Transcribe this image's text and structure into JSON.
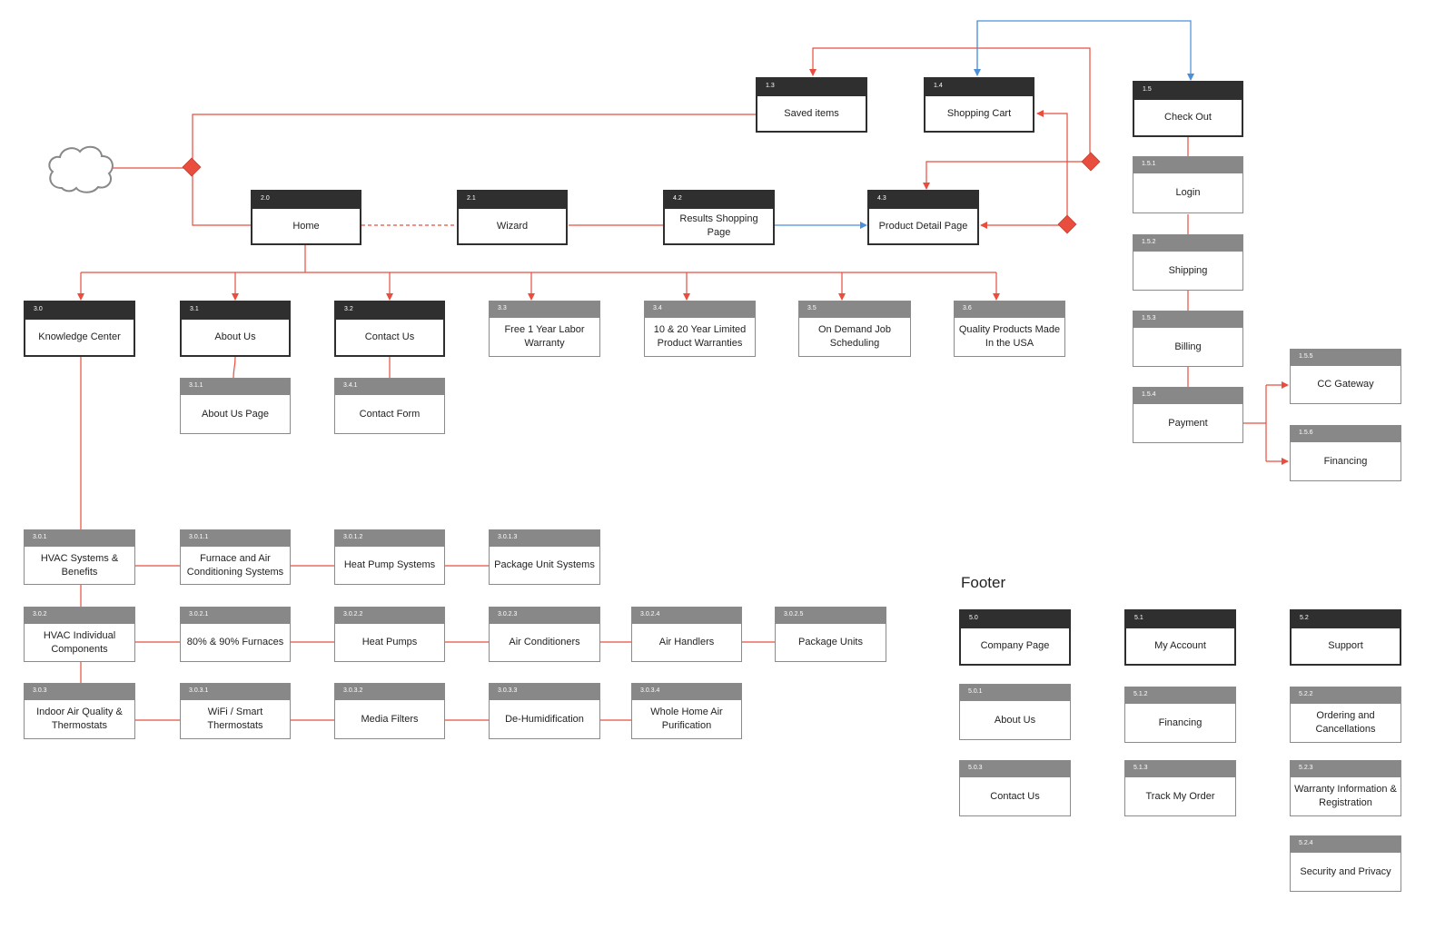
{
  "colors": {
    "line": "#e84d3d",
    "accent_line": "#4a90d9",
    "dark_header": "#2f2f2f",
    "grey_header": "#888888"
  },
  "icons": {
    "entry": "cloud-icon",
    "junction": "diamond-icon"
  },
  "footer_title": "Footer",
  "nodes": {
    "saved": {
      "num": "1.3",
      "label": "Saved items"
    },
    "cart": {
      "num": "1.4",
      "label": "Shopping Cart"
    },
    "checkout": {
      "num": "1.5",
      "label": "Check Out"
    },
    "home": {
      "num": "2.0",
      "label": "Home"
    },
    "wizard": {
      "num": "2.1",
      "label": "Wizard"
    },
    "results": {
      "num": "4.2",
      "label": "Results  Shopping Page"
    },
    "pdp": {
      "num": "4.3",
      "label": "Product Detail Page"
    },
    "login": {
      "num": "1.5.1",
      "label": "Login"
    },
    "shipping": {
      "num": "1.5.2",
      "label": "Shipping"
    },
    "billing": {
      "num": "1.5.3",
      "label": "Billing"
    },
    "payment": {
      "num": "1.5.4",
      "label": "Payment"
    },
    "ccgateway": {
      "num": "1.5.5",
      "label": "CC Gateway"
    },
    "financing": {
      "num": "1.5.6",
      "label": "Financing"
    },
    "kc": {
      "num": "3.0",
      "label": "Knowledge Center"
    },
    "aboutus": {
      "num": "3.1",
      "label": "About Us"
    },
    "contactus": {
      "num": "3.2",
      "label": "Contact Us"
    },
    "labor": {
      "num": "3.3",
      "label": "Free 1 Year Labor Warranty"
    },
    "warranties": {
      "num": "3.4",
      "label": "10 & 20 Year Limited Product Warranties"
    },
    "scheduling": {
      "num": "3.5",
      "label": "On Demand Job Scheduling"
    },
    "usa": {
      "num": "3.6",
      "label": "Quality Products Made In the USA"
    },
    "aboutpage": {
      "num": "3.1.1",
      "label": "About Us Page"
    },
    "contactform": {
      "num": "3.4.1",
      "label": "Contact Form"
    },
    "n301": {
      "num": "3.0.1",
      "label": "HVAC Systems & Benefits"
    },
    "n3011": {
      "num": "3.0.1.1",
      "label": "Furnace and Air Conditioning Systems"
    },
    "n3012": {
      "num": "3.0.1.2",
      "label": "Heat Pump Systems"
    },
    "n3013": {
      "num": "3.0.1.3",
      "label": "Package Unit Systems"
    },
    "n302": {
      "num": "3.0.2",
      "label": "HVAC Individual Components"
    },
    "n3021": {
      "num": "3.0.2.1",
      "label": "80% & 90% Furnaces"
    },
    "n3022": {
      "num": "3.0.2.2",
      "label": "Heat Pumps"
    },
    "n3023": {
      "num": "3.0.2.3",
      "label": "Air Conditioners"
    },
    "n3024": {
      "num": "3.0.2.4",
      "label": "Air Handlers"
    },
    "n3025": {
      "num": "3.0.2.5",
      "label": "Package Units"
    },
    "n303": {
      "num": "3.0.3",
      "label": "Indoor Air Quality & Thermostats"
    },
    "n3031": {
      "num": "3.0.3.1",
      "label": "WiFi / Smart Thermostats"
    },
    "n3032": {
      "num": "3.0.3.2",
      "label": "Media Filters"
    },
    "n3033": {
      "num": "3.0.3.3",
      "label": "De-Humidification"
    },
    "n3034": {
      "num": "3.0.3.4",
      "label": "Whole Home Air Purification"
    },
    "f50": {
      "num": "5.0",
      "label": "Company Page"
    },
    "f51": {
      "num": "5.1",
      "label": "My Account"
    },
    "f52": {
      "num": "5.2",
      "label": "Support"
    },
    "f501": {
      "num": "5.0.1",
      "label": "About Us"
    },
    "f512": {
      "num": "5.1.2",
      "label": "Financing"
    },
    "f522": {
      "num": "5.2.2",
      "label": "Ordering and Cancellations"
    },
    "f503": {
      "num": "5.0.3",
      "label": "Contact Us"
    },
    "f513": {
      "num": "5.1.3",
      "label": "Track My Order"
    },
    "f523": {
      "num": "5.2.3",
      "label": "Warranty Information & Registration"
    },
    "f524": {
      "num": "5.2.4",
      "label": "Security and Privacy"
    }
  }
}
